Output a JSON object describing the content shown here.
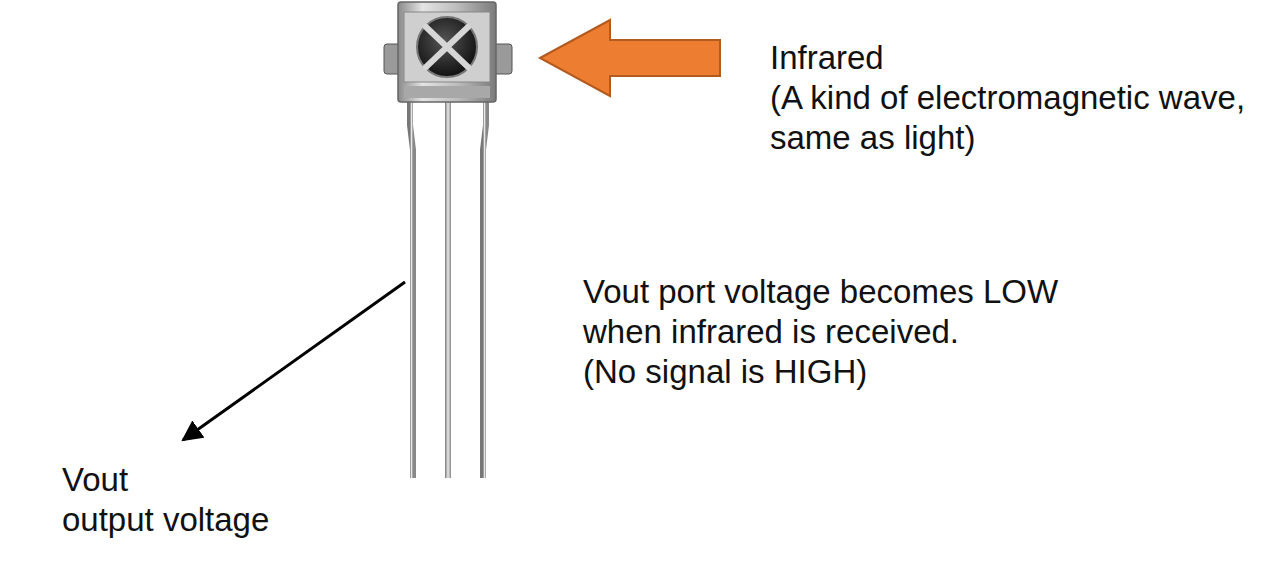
{
  "diagram": {
    "labels": [
      "Infrared",
      "(A kind of electromagnetic wave, same as light)",
      "Vout port voltage becomes LOW when infrared is received.",
      "(No signal is HIGH)",
      "Vout",
      "output voltage"
    ]
  }
}
